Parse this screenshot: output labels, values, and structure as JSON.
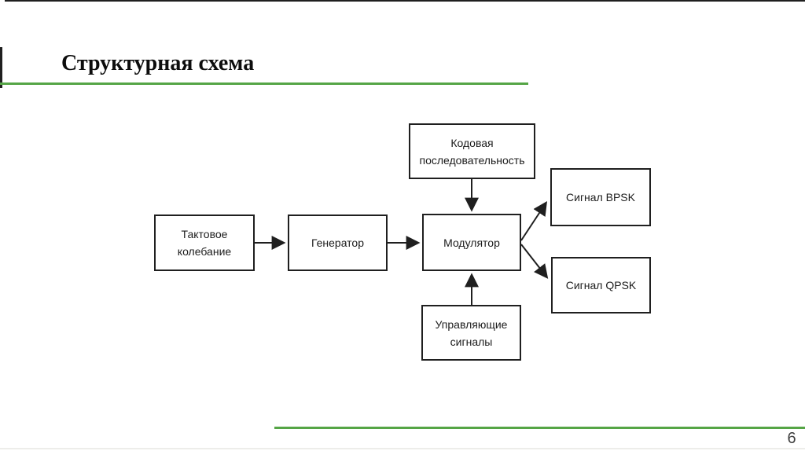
{
  "slide": {
    "title": "Структурная схема",
    "page_number": "6"
  },
  "colors": {
    "accent_green": "#55a546",
    "line_black": "#1f1f1f"
  },
  "diagram": {
    "nodes": [
      {
        "id": "clock",
        "label": "Тактовое колебание"
      },
      {
        "id": "generator",
        "label": "Генератор"
      },
      {
        "id": "modulator",
        "label": "Модулятор"
      },
      {
        "id": "code-sequence",
        "label": "Кодовая последовательность"
      },
      {
        "id": "control-signals",
        "label": "Управляющие сигналы"
      },
      {
        "id": "signal-bpsk",
        "label": "Сигнал BPSK"
      },
      {
        "id": "signal-qpsk",
        "label": "Сигнал QPSK"
      }
    ],
    "edges": [
      {
        "from": "clock",
        "to": "generator"
      },
      {
        "from": "generator",
        "to": "modulator"
      },
      {
        "from": "code-sequence",
        "to": "modulator"
      },
      {
        "from": "control-signals",
        "to": "modulator"
      },
      {
        "from": "modulator",
        "to": "signal-bpsk"
      },
      {
        "from": "modulator",
        "to": "signal-qpsk"
      }
    ]
  }
}
